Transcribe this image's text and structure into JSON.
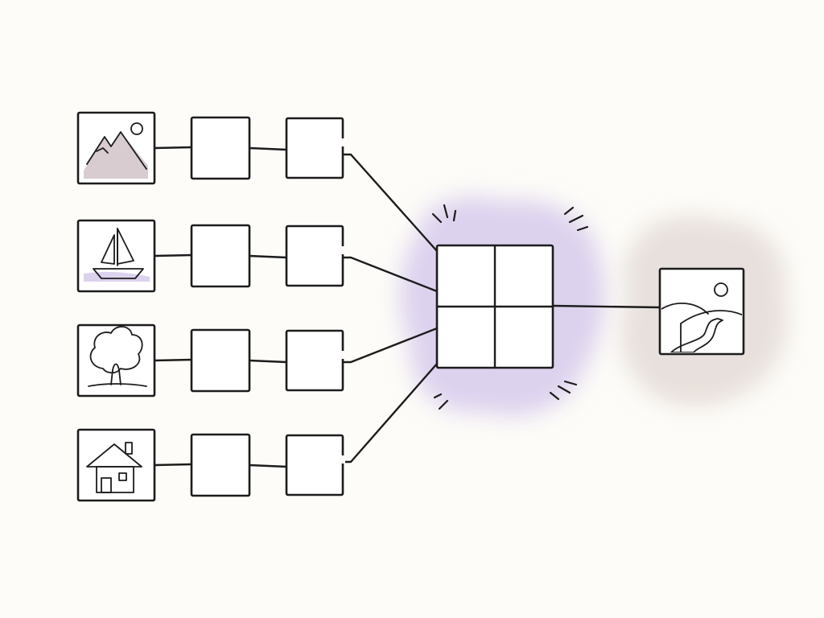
{
  "colors": {
    "background": "#fdfcf8",
    "ink": "#1c1c1c",
    "lavender": "#a99bc4",
    "lavender_glow": "#ddd2ee",
    "beige_glow": "#e8e0dc",
    "mountain_fill": "#d8ccd0"
  },
  "diagram": {
    "inputs": [
      {
        "icon": "mountain-icon"
      },
      {
        "icon": "sailboat-icon"
      },
      {
        "icon": "tree-icon"
      },
      {
        "icon": "house-icon"
      }
    ],
    "stages_per_row": 2,
    "combiner": {
      "cells": 4,
      "glow": "lavender"
    },
    "output": {
      "icon": "landscape-river-icon",
      "glow": "beige"
    }
  }
}
